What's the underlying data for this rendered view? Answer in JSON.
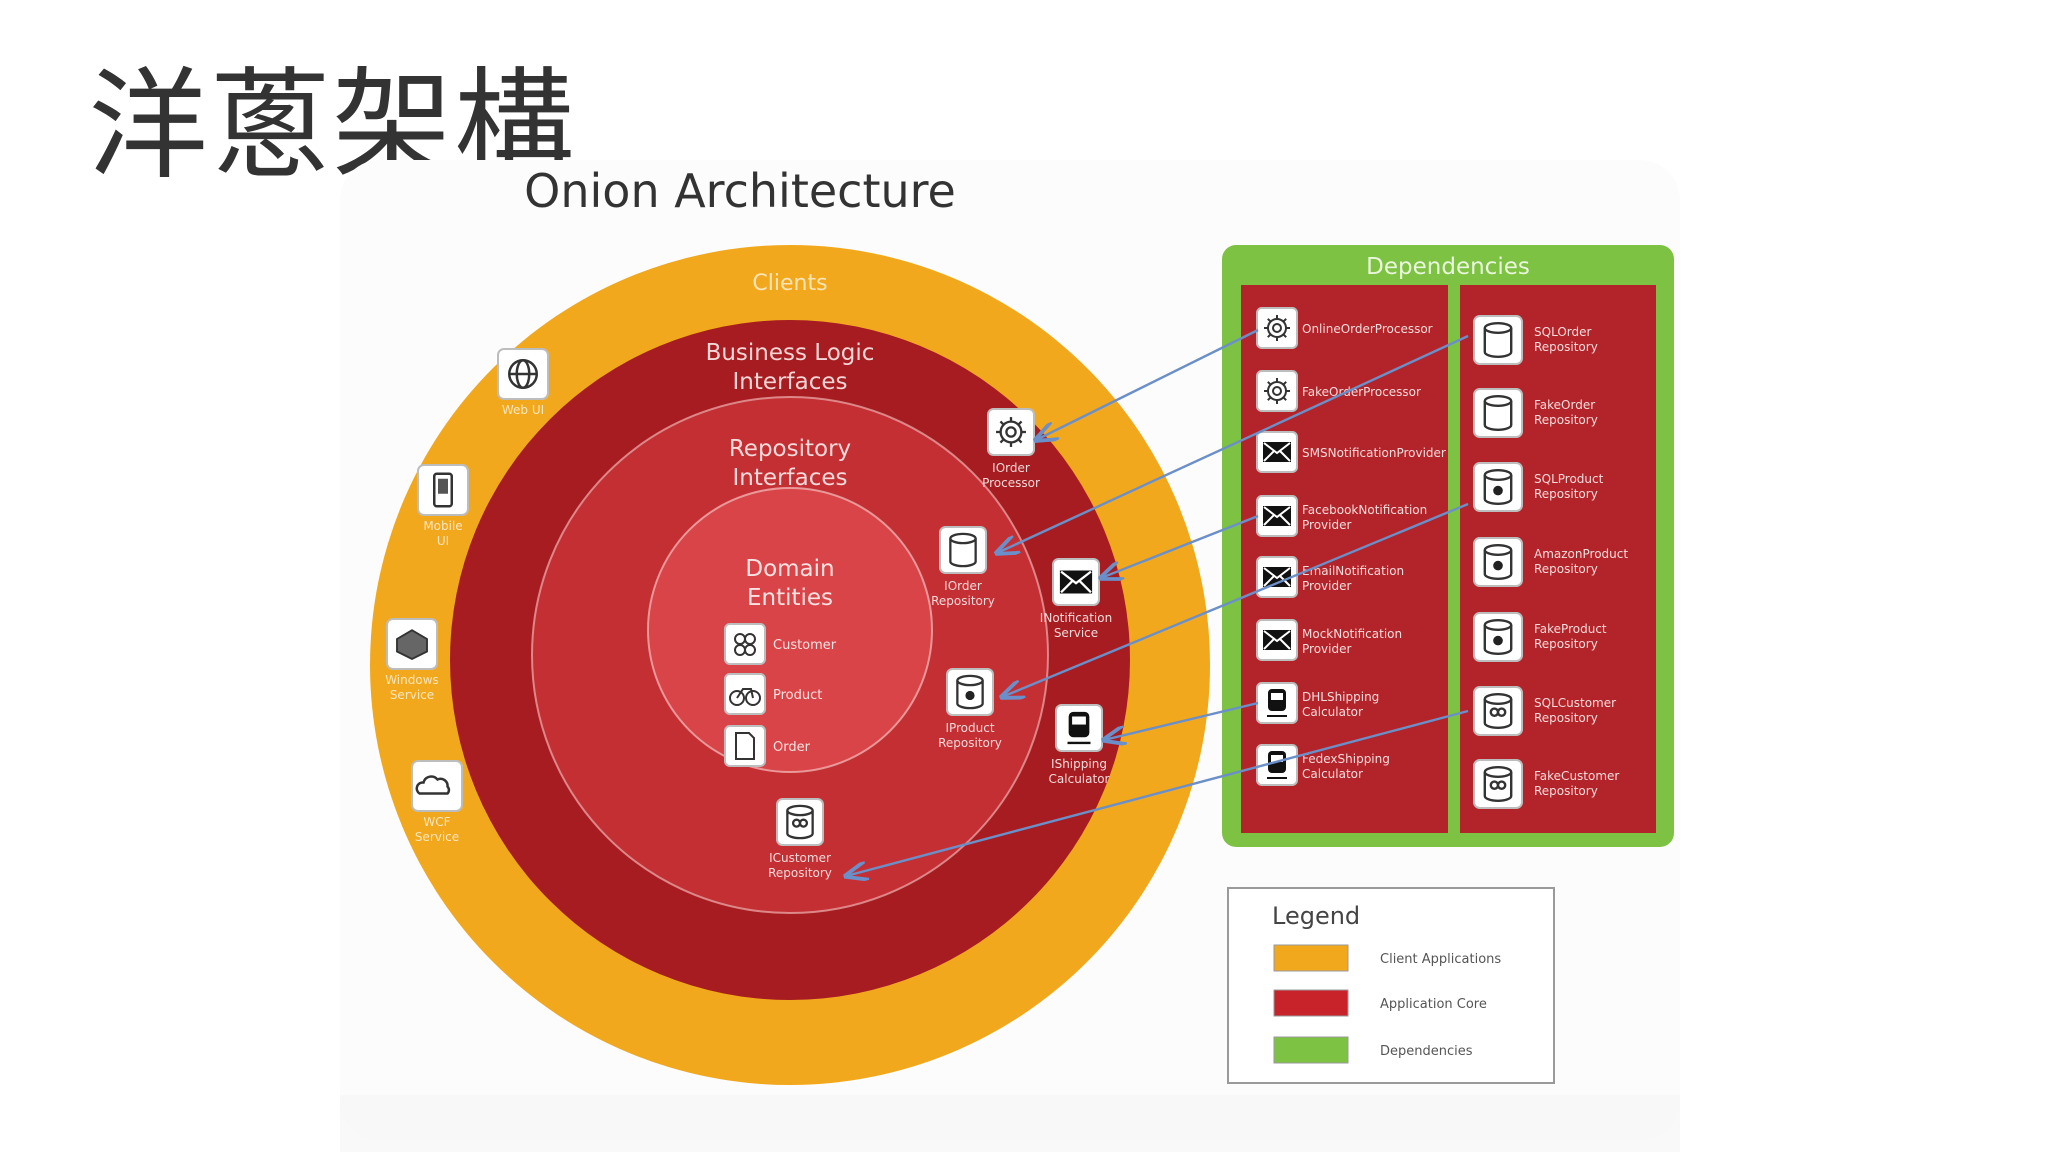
{
  "slide": {
    "title": "洋蔥架構"
  },
  "diagram": {
    "title": "Onion Architecture",
    "rings": {
      "clients": "Clients",
      "business": [
        "Business Logic",
        "Interfaces"
      ],
      "repository": [
        "Repository",
        "Interfaces"
      ],
      "domain": [
        "Domain",
        "Entities"
      ]
    },
    "client_apps": [
      {
        "icon": "globe-icon",
        "label": [
          "Web UI"
        ]
      },
      {
        "icon": "mobile-phone-icon",
        "label": [
          "Mobile",
          "UI"
        ]
      },
      {
        "icon": "windows-service-icon",
        "label": [
          "Windows",
          "Service"
        ]
      },
      {
        "icon": "cloud-icon",
        "label": [
          "WCF",
          "Service"
        ]
      }
    ],
    "domain_entities": [
      {
        "icon": "people-icon",
        "label": "Customer"
      },
      {
        "icon": "bicycle-icon",
        "label": "Product"
      },
      {
        "icon": "document-icon",
        "label": "Order"
      }
    ],
    "interfaces": [
      {
        "icon": "gear-icon",
        "label": [
          "IOrder",
          "Processor"
        ]
      },
      {
        "icon": "database-icon",
        "label": [
          "IOrder",
          "Repository"
        ]
      },
      {
        "icon": "envelope-icon",
        "label": [
          "INotification",
          "Service"
        ]
      },
      {
        "icon": "database-bike-icon",
        "label": [
          "IProduct",
          "Repository"
        ]
      },
      {
        "icon": "train-icon",
        "label": [
          "IShipping",
          "Calculator"
        ]
      },
      {
        "icon": "database-people-icon",
        "label": [
          "ICustomer",
          "Repository"
        ]
      }
    ],
    "dependencies": {
      "title": "Dependencies",
      "left": [
        {
          "icon": "gear-icon",
          "label": [
            "OnlineOrderProcessor"
          ]
        },
        {
          "icon": "gear-icon",
          "label": [
            "FakeOrderProcessor"
          ]
        },
        {
          "icon": "envelope-icon",
          "label": [
            "SMSNotificationProvider"
          ]
        },
        {
          "icon": "envelope-icon",
          "label": [
            "FacebookNotification",
            "Provider"
          ]
        },
        {
          "icon": "envelope-icon",
          "label": [
            "EmailNotification",
            "Provider"
          ]
        },
        {
          "icon": "envelope-icon",
          "label": [
            "MockNotification",
            "Provider"
          ]
        },
        {
          "icon": "train-icon",
          "label": [
            "DHLShipping",
            "Calculator"
          ]
        },
        {
          "icon": "train-icon",
          "label": [
            "FedexShipping",
            "Calculator"
          ]
        }
      ],
      "right": [
        {
          "icon": "database-icon",
          "label": [
            "SQLOrder",
            "Repository"
          ]
        },
        {
          "icon": "database-icon",
          "label": [
            "FakeOrder",
            "Repository"
          ]
        },
        {
          "icon": "database-bike-icon",
          "label": [
            "SQLProduct",
            "Repository"
          ]
        },
        {
          "icon": "database-bike-icon",
          "label": [
            "AmazonProduct",
            "Repository"
          ]
        },
        {
          "icon": "database-bike-icon",
          "label": [
            "FakeProduct",
            "Repository"
          ]
        },
        {
          "icon": "database-people-icon",
          "label": [
            "SQLCustomer",
            "Repository"
          ]
        },
        {
          "icon": "database-people-icon",
          "label": [
            "FakeCustomer",
            "Repository"
          ]
        }
      ]
    },
    "legend": {
      "title": "Legend",
      "items": [
        {
          "label": "Client Applications",
          "color": "#F2A81D"
        },
        {
          "label": "Application Core",
          "color": "#C8232B"
        },
        {
          "label": "Dependencies",
          "color": "#7DC242"
        }
      ]
    },
    "colors": {
      "clients": "#F2A81D",
      "business": "#A61C20",
      "repository": "#C42F34",
      "domain": "#D94448",
      "dep_green": "#7DC242",
      "dep_red": "#B3242A",
      "arrow": "#6B8FC9"
    }
  }
}
